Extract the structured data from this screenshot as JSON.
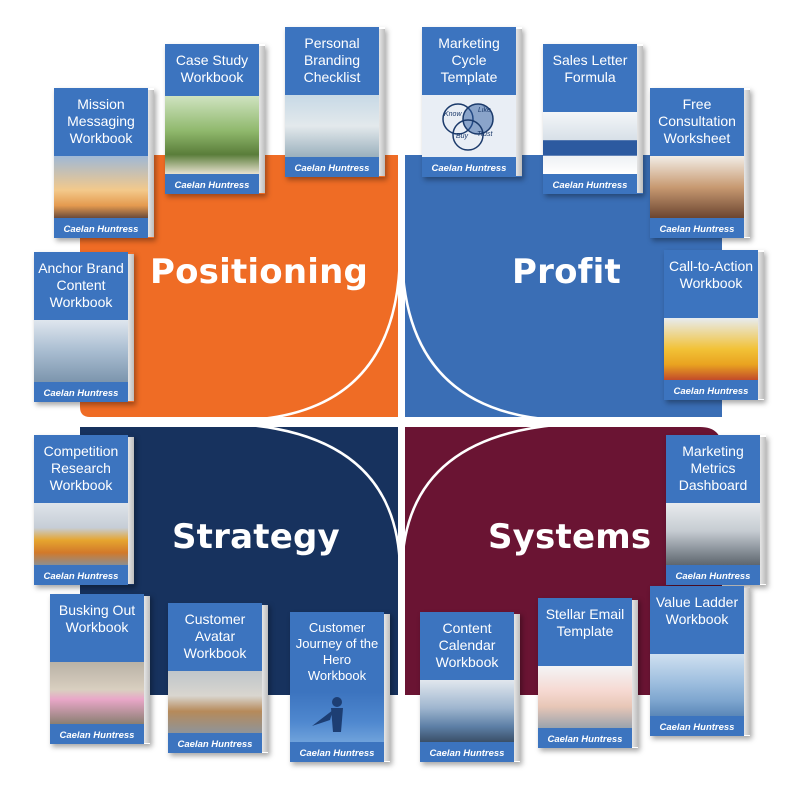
{
  "quadrants": [
    {
      "key": "positioning",
      "label": "Positioning",
      "color": "#ef6c25"
    },
    {
      "key": "profit",
      "label": "Profit",
      "color": "#3a6eb5"
    },
    {
      "key": "strategy",
      "label": "Strategy",
      "color": "#17325e"
    },
    {
      "key": "systems",
      "label": "Systems",
      "color": "#6a1433"
    }
  ],
  "author": "Caelan Huntress",
  "books": {
    "mission_messaging": {
      "title": "Mission Messaging Workbook",
      "author": "Caelan Huntress"
    },
    "case_study": {
      "title": "Case Study Workbook",
      "author": "Caelan Huntress"
    },
    "personal_branding": {
      "title": "Personal Branding Checklist",
      "author": "Caelan Huntress"
    },
    "anchor_brand": {
      "title": "Anchor Brand Content Workbook",
      "author": "Caelan Huntress"
    },
    "marketing_cycle": {
      "title": "Marketing Cycle Template",
      "author": "Caelan Huntress",
      "cycle_words": [
        "Know",
        "Like",
        "Buy",
        "Trust"
      ]
    },
    "sales_letter": {
      "title": "Sales Letter Formula",
      "author": "Caelan Huntress"
    },
    "free_consultation": {
      "title": "Free Consultation Worksheet",
      "author": "Caelan Huntress"
    },
    "call_to_action": {
      "title": "Call-to-Action Workbook",
      "author": "Caelan Huntress"
    },
    "competition_research": {
      "title": "Competition Research Workbook",
      "author": "Caelan Huntress"
    },
    "busking_out": {
      "title": "Busking Out Workbook",
      "author": "Caelan Huntress"
    },
    "customer_avatar": {
      "title": "Customer Avatar Workbook",
      "author": "Caelan Huntress"
    },
    "customer_journey": {
      "title": "Customer Journey of the Hero Workbook",
      "author": "Caelan Huntress"
    },
    "marketing_metrics": {
      "title": "Marketing Metrics Dashboard",
      "author": "Caelan Huntress"
    },
    "content_calendar": {
      "title": "Content Calendar Workbook",
      "author": "Caelan Huntress"
    },
    "stellar_email": {
      "title": "Stellar Email Template",
      "author": "Caelan Huntress"
    },
    "value_ladder": {
      "title": "Value Ladder Workbook",
      "author": "Caelan Huntress"
    }
  }
}
